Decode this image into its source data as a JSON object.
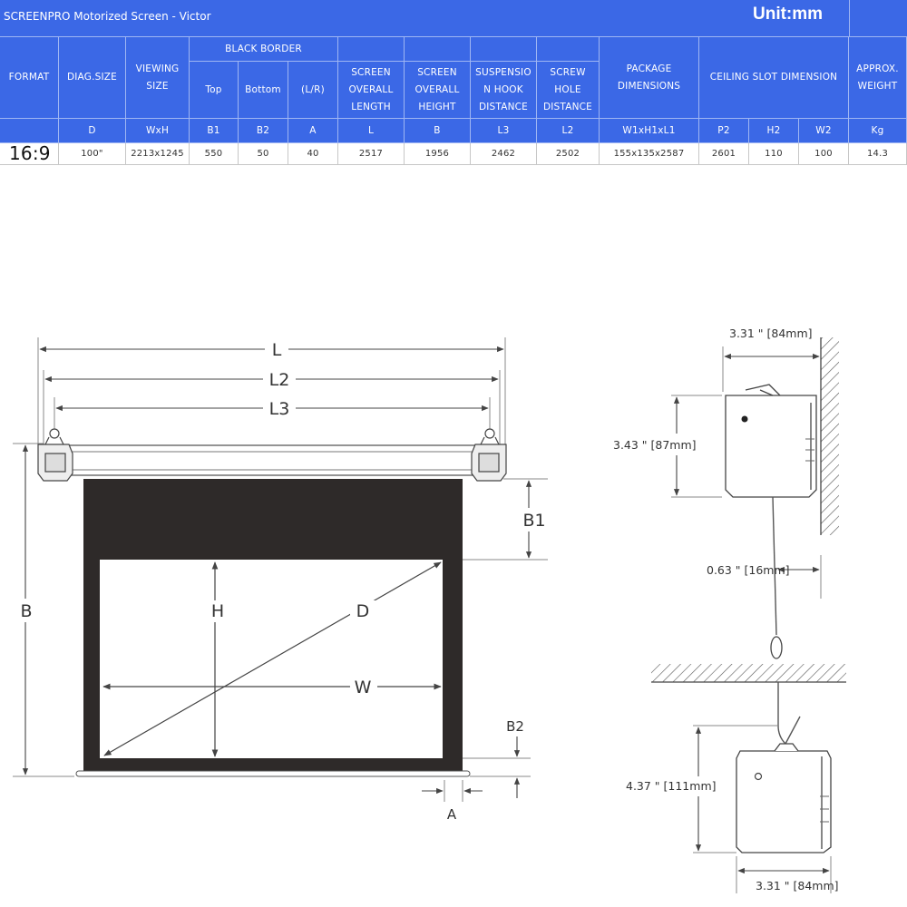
{
  "header": {
    "title": "SCREENPRO Motorized Screen - Victor",
    "unit": "Unit:mm"
  },
  "table": {
    "group_black_border": "BLACK BORDER",
    "group_ceiling_slot": "CEILING SLOT DIMENSION",
    "headers": {
      "format": "FORMAT",
      "diag": "DIAG.SIZE",
      "viewing": "VIEWING SIZE",
      "top": "Top",
      "bottom": "Bottom",
      "lr": "(L/R)",
      "length": "SCREEN OVERALL LENGTH",
      "height": "SCREEN OVERALL HEIGHT",
      "hook": "SUSPENSIO N HOOK DISTANCE",
      "screw": "SCREW HOLE DISTANCE",
      "package": "PACKAGE DIMENSIONS",
      "weight": "APPROX. WEIGHT"
    },
    "symbols": {
      "diag": "D",
      "viewing": "WxH",
      "top": "B1",
      "bottom": "B2",
      "lr": "A",
      "length": "L",
      "height": "B",
      "hook": "L3",
      "screw": "L2",
      "package": "W1xH1xL1",
      "p2": "P2",
      "h2": "H2",
      "w2": "W2",
      "weight": "Kg"
    },
    "row": {
      "format": "16:9",
      "diag": "100\"",
      "viewing": "2213x1245",
      "top": "550",
      "bottom": "50",
      "lr": "40",
      "length": "2517",
      "height": "1956",
      "hook": "2462",
      "screw": "2502",
      "package": "155x135x2587",
      "p2": "2601",
      "h2": "110",
      "w2": "100",
      "weight": "14.3"
    }
  },
  "front_diagram": {
    "labels": {
      "L": "L",
      "L2": "L2",
      "L3": "L3",
      "B": "B",
      "B1": "B1",
      "B2": "B2",
      "H": "H",
      "W": "W",
      "D": "D",
      "A": "A"
    }
  },
  "side_diagram": {
    "wall_width": "3.31 \" [84mm]",
    "wall_height": "3.43 \" [87mm]",
    "gap": "0.63 \" [16mm]",
    "ceiling_height": "4.37 \" [111mm]",
    "ceiling_width": "3.31 \" [84mm]"
  },
  "colors": {
    "header_blue": "#3b68e6",
    "screen_border": "#2e2a29"
  }
}
